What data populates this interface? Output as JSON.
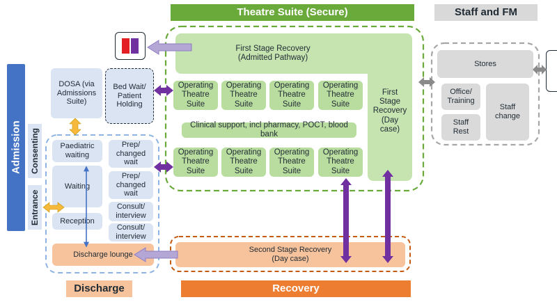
{
  "colors": {
    "green": "#6aaa3b",
    "green_box": "#b9dd9f",
    "grey": "#a6a6a6",
    "grey_box": "#dadada",
    "blue": "#4472c4",
    "blue_box": "#dbe4f3",
    "orange": "#ed7d31",
    "orange_box": "#f7c39c",
    "purple": "#7030a0",
    "lilac": "#b4a7d6",
    "yellow": "#f6b93b"
  },
  "sections": {
    "theatre_suite": "Theatre Suite (Secure)",
    "staff_fm": "Staff and FM",
    "admission": "Admission",
    "consenting": "Consenting",
    "entrance": "Entrance",
    "discharge": "Discharge",
    "recovery": "Recovery"
  },
  "theatre": {
    "first_stage_admitted": "First Stage Recovery\n(Admitted Pathway)",
    "first_stage_day": "First\nStage\nRecovery\n(Day\ncase)",
    "operating_theatre": "Operating\nTheatre\nSuite",
    "clinical_support": "Clinical support, incl pharmacy, POCT, blood bank"
  },
  "staff": {
    "stores": "Stores",
    "office": "Office/\nTraining",
    "staff_rest": "Staff\nRest",
    "staff_change": "Staff\nchange"
  },
  "admission_area": {
    "dosa": "DOSA (via\nAdmissions\nSuite)",
    "bed_wait": "Bed Wait/\nPatient\nHolding",
    "paediatric": "Paediatric\nwaiting",
    "waiting": "Waiting",
    "reception": "Reception",
    "prep1": "Prep/\nchanged\nwait",
    "prep2": "Prep/\nchanged\nwait",
    "consult1": "Consult/\ninterview",
    "consult2": "Consult/\ninterview",
    "discharge_lounge": "Discharge lounge"
  },
  "recovery_area": {
    "second_stage": "Second Stage Recovery\n(Day case)"
  }
}
